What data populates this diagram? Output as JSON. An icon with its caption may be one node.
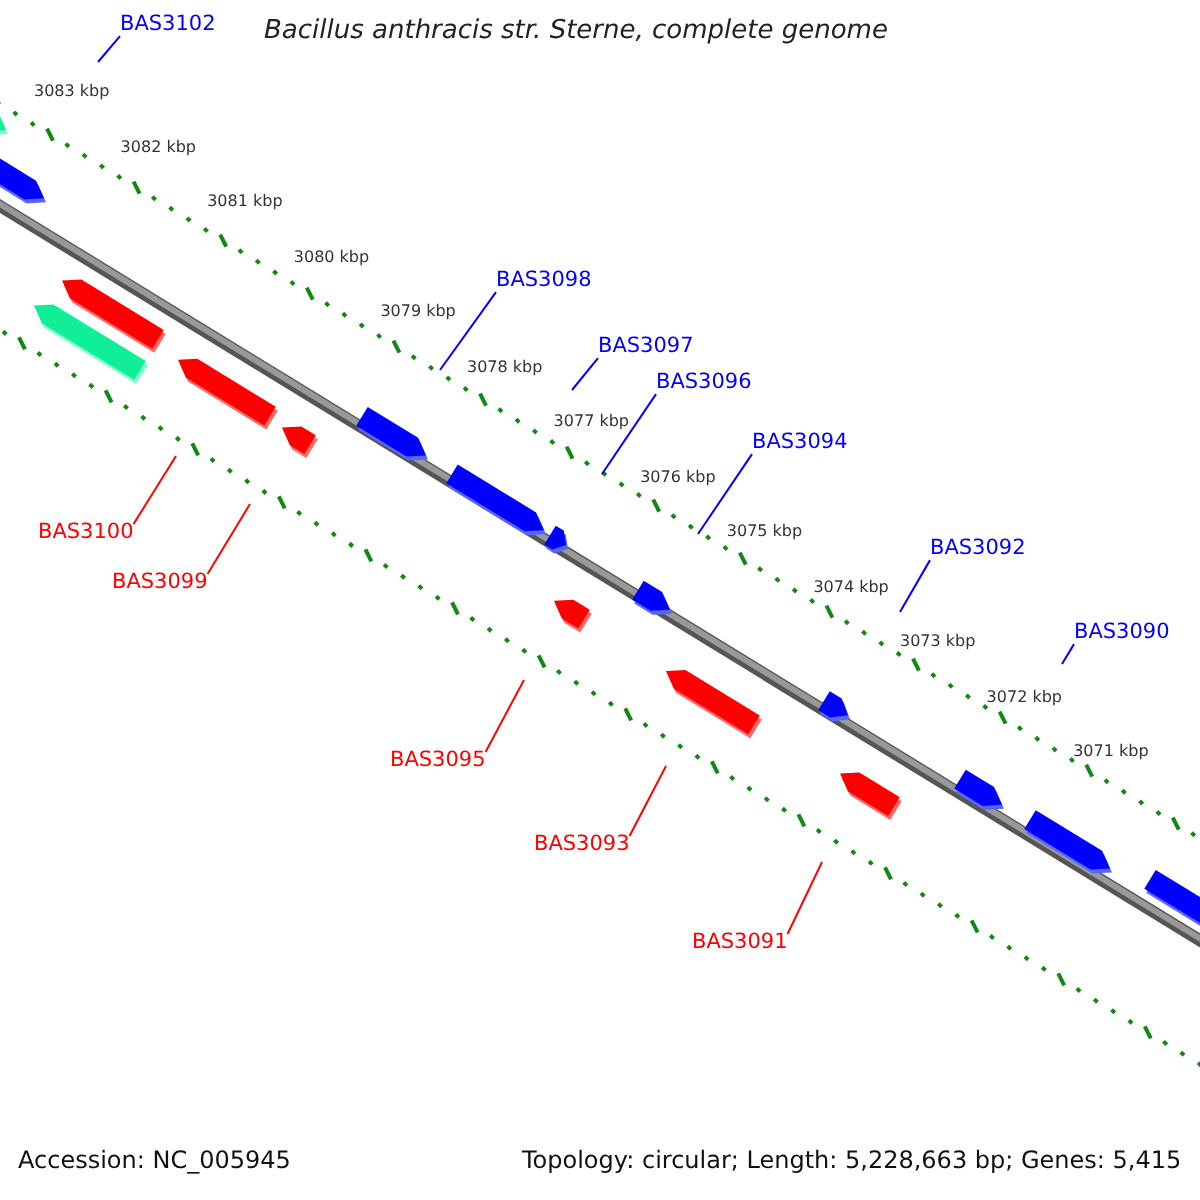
{
  "diagram": {
    "title": "Bacillus anthracis str. Sterne, complete genome",
    "nodes": [
      {
        "text": [
          "BAS3102"
        ]
      },
      {
        "text": [
          "BAS3098"
        ]
      },
      {
        "text": [
          "BAS3097"
        ]
      },
      {
        "text": [
          "BAS3096"
        ]
      },
      {
        "text": [
          "BAS3094"
        ]
      },
      {
        "text": [
          "BAS3092"
        ]
      },
      {
        "text": [
          "BAS3090"
        ]
      },
      {
        "text": [
          "BAS3100"
        ]
      },
      {
        "text": [
          "BAS3099"
        ]
      },
      {
        "text": [
          "BAS3095"
        ]
      },
      {
        "text": [
          "BAS3093"
        ]
      },
      {
        "text": [
          "BAS3091"
        ]
      }
    ],
    "edges": [
      {
        "from": 0,
        "to": null,
        "arrow": "none"
      },
      {
        "from": 1,
        "to": null,
        "arrow": "none"
      },
      {
        "from": 2,
        "to": null,
        "arrow": "none"
      },
      {
        "from": 3,
        "to": null,
        "arrow": "none"
      },
      {
        "from": 4,
        "to": null,
        "arrow": "none"
      },
      {
        "from": 5,
        "to": null,
        "arrow": "none"
      },
      {
        "from": 6,
        "to": null,
        "arrow": "none"
      },
      {
        "from": 7,
        "to": null,
        "arrow": "none",
        "color": "#ff0000"
      },
      {
        "from": 8,
        "to": null,
        "arrow": "none",
        "color": "#ff0000"
      },
      {
        "from": 9,
        "to": null,
        "arrow": "none",
        "color": "#ff0000"
      },
      {
        "from": 10,
        "to": null,
        "arrow": "none",
        "color": "#ff0000"
      },
      {
        "from": 11,
        "to": null,
        "arrow": "none",
        "color": "#ff0000"
      }
    ],
    "labels": [
      "3083 kbp",
      "3082 kbp",
      "3081 kbp",
      "3080 kbp",
      "3079 kbp",
      "3078 kbp",
      "3077 kbp",
      "3076 kbp",
      "3075 kbp",
      "3074 kbp",
      "3073 kbp",
      "3072 kbp",
      "3071 kbp",
      "Accession: NC_005945",
      "Topology: circular; Length: 5,228,663 bp; Genes: 5,415"
    ]
  }
}
